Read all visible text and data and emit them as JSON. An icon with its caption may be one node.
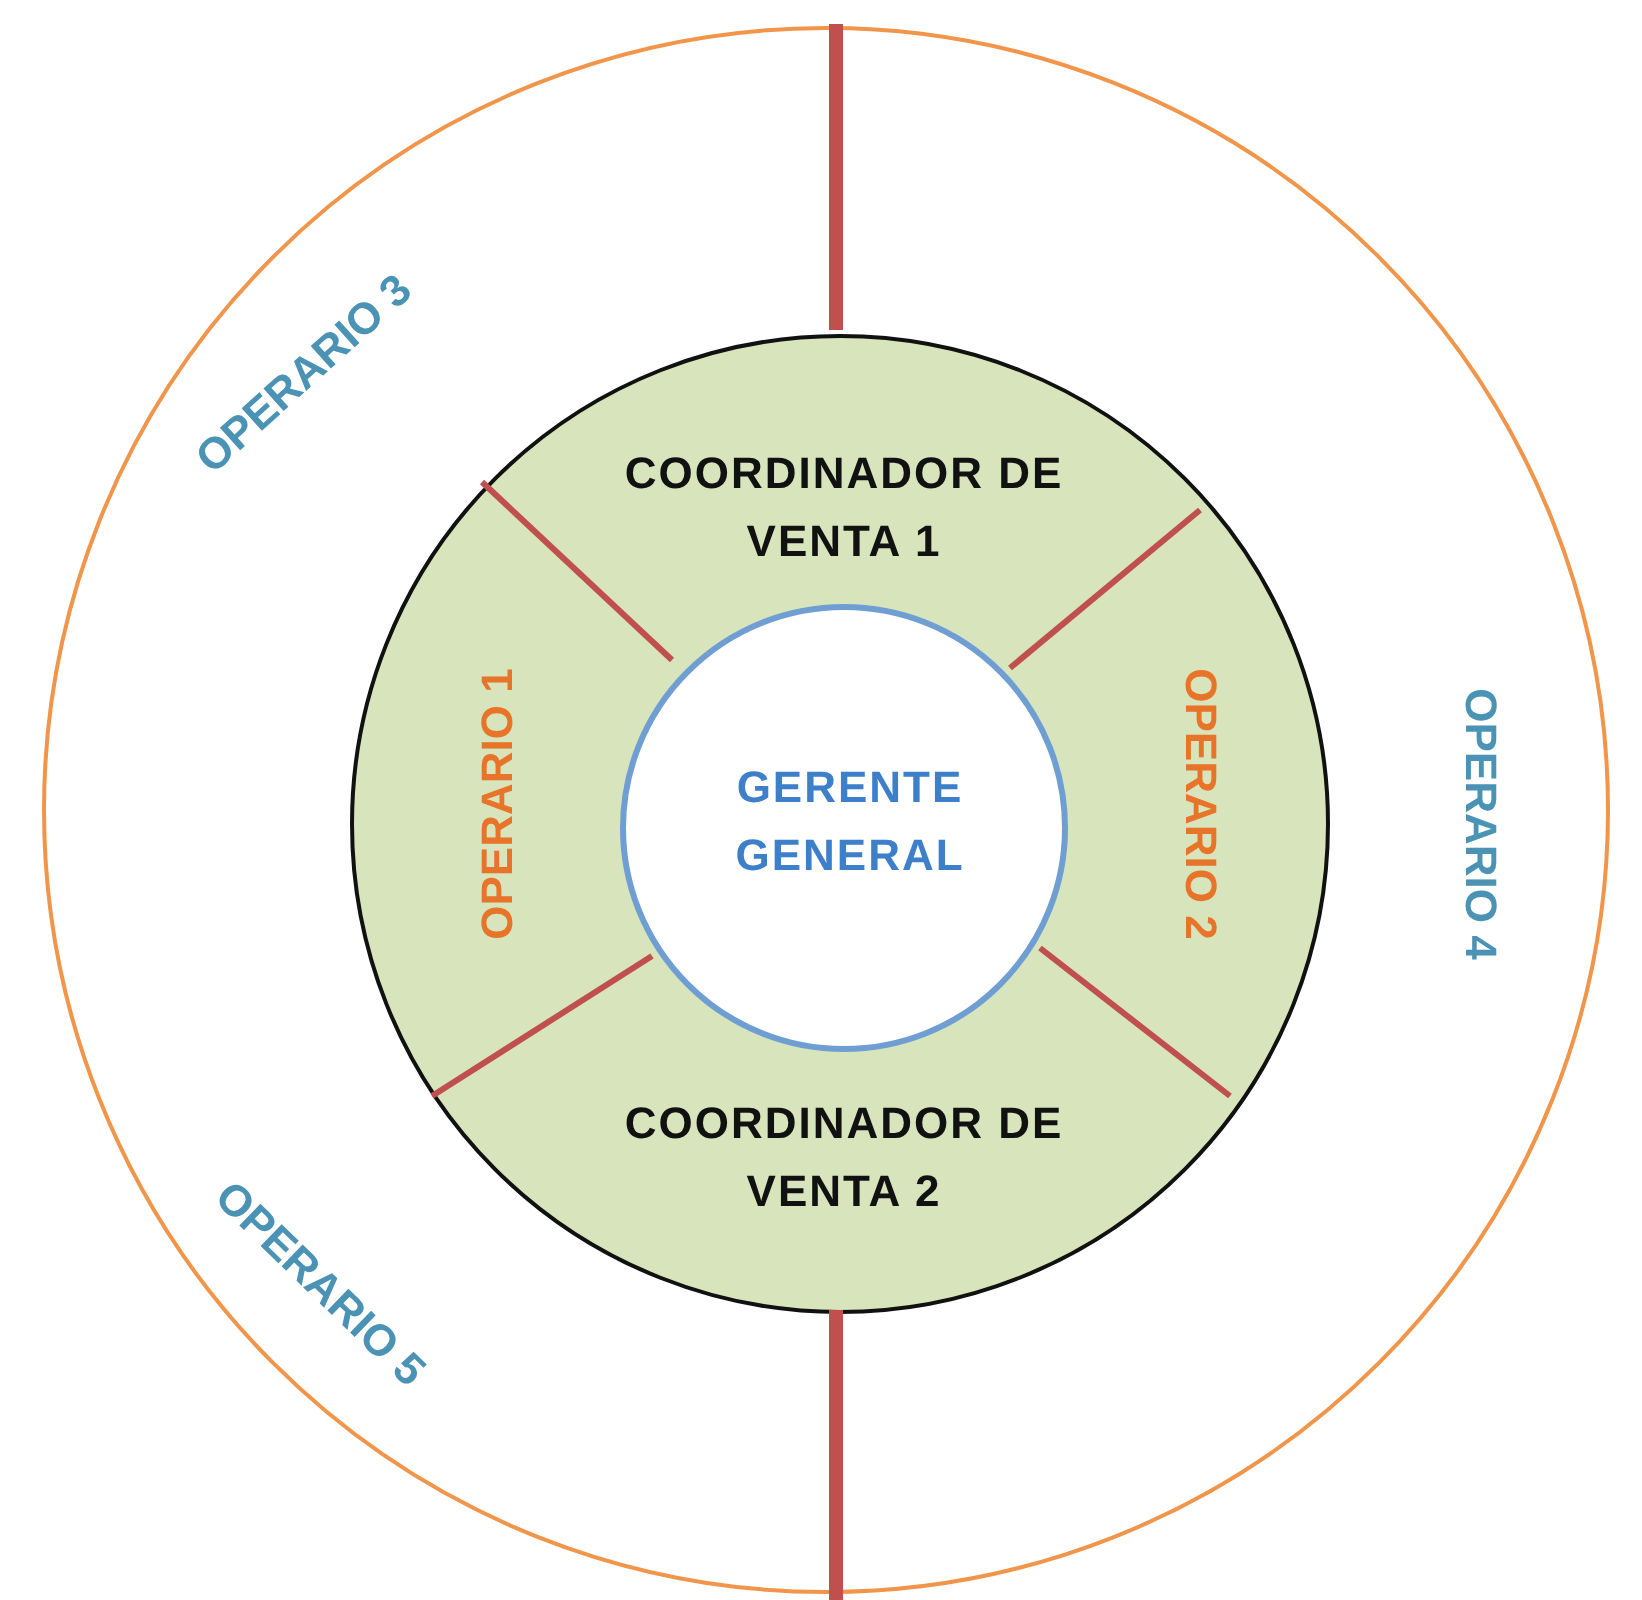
{
  "diagram": {
    "nodes": [
      {
        "text": [
          "OPERARIO 3",
          "OPERARIO 4",
          "OPERARIO 5"
        ]
      },
      {
        "text": [
          "COORDINADOR DE VENTA 1",
          "OPERARIO 1",
          "OPERARIO 2",
          "COORDINADOR DE VENTA 2"
        ],
        "in": 0
      },
      {
        "text": [
          "GERENTE GENERAL"
        ],
        "in": 1
      }
    ]
  }
}
